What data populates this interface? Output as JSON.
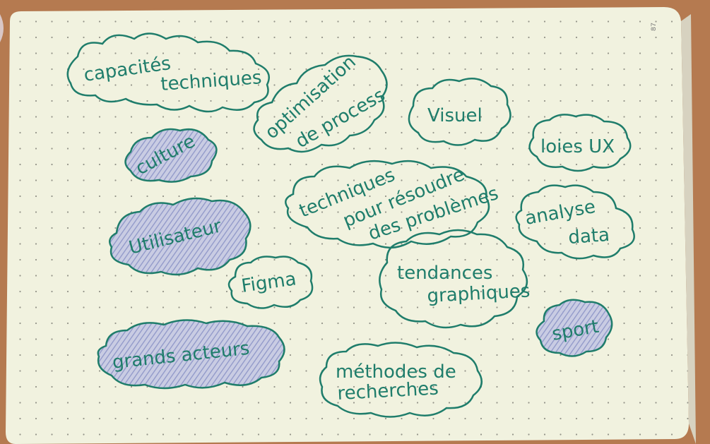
{
  "page_number": "87",
  "colors": {
    "ink": "#1f7d6b",
    "shade": "#8f97c8",
    "paper": "#f1f2df",
    "dot": "#8a8a80"
  },
  "clouds": [
    {
      "id": "capacites",
      "lines": [
        "capacités",
        "techniques"
      ],
      "shaded": false
    },
    {
      "id": "optimisation",
      "lines": [
        "optimisation",
        "de process"
      ],
      "shaded": false
    },
    {
      "id": "visuel",
      "lines": [
        "Visuel"
      ],
      "shaded": false
    },
    {
      "id": "culture",
      "lines": [
        "culture"
      ],
      "shaded": true
    },
    {
      "id": "loies-ux",
      "lines": [
        "loies UX"
      ],
      "shaded": false
    },
    {
      "id": "techniques-problemes",
      "lines": [
        "techniques",
        "pour résoudre",
        "des problèmes"
      ],
      "shaded": false
    },
    {
      "id": "analyse-data",
      "lines": [
        "analyse",
        "data"
      ],
      "shaded": false
    },
    {
      "id": "utilisateur",
      "lines": [
        "Utilisateur"
      ],
      "shaded": true
    },
    {
      "id": "figma",
      "lines": [
        "Figma"
      ],
      "shaded": false
    },
    {
      "id": "tendances",
      "lines": [
        "tendances",
        "graphiques"
      ],
      "shaded": false
    },
    {
      "id": "sport",
      "lines": [
        "sport"
      ],
      "shaded": true
    },
    {
      "id": "grands-acteurs",
      "lines": [
        "grands acteurs"
      ],
      "shaded": true
    },
    {
      "id": "methodes",
      "lines": [
        "méthodes de",
        "recherches"
      ],
      "shaded": false
    }
  ]
}
